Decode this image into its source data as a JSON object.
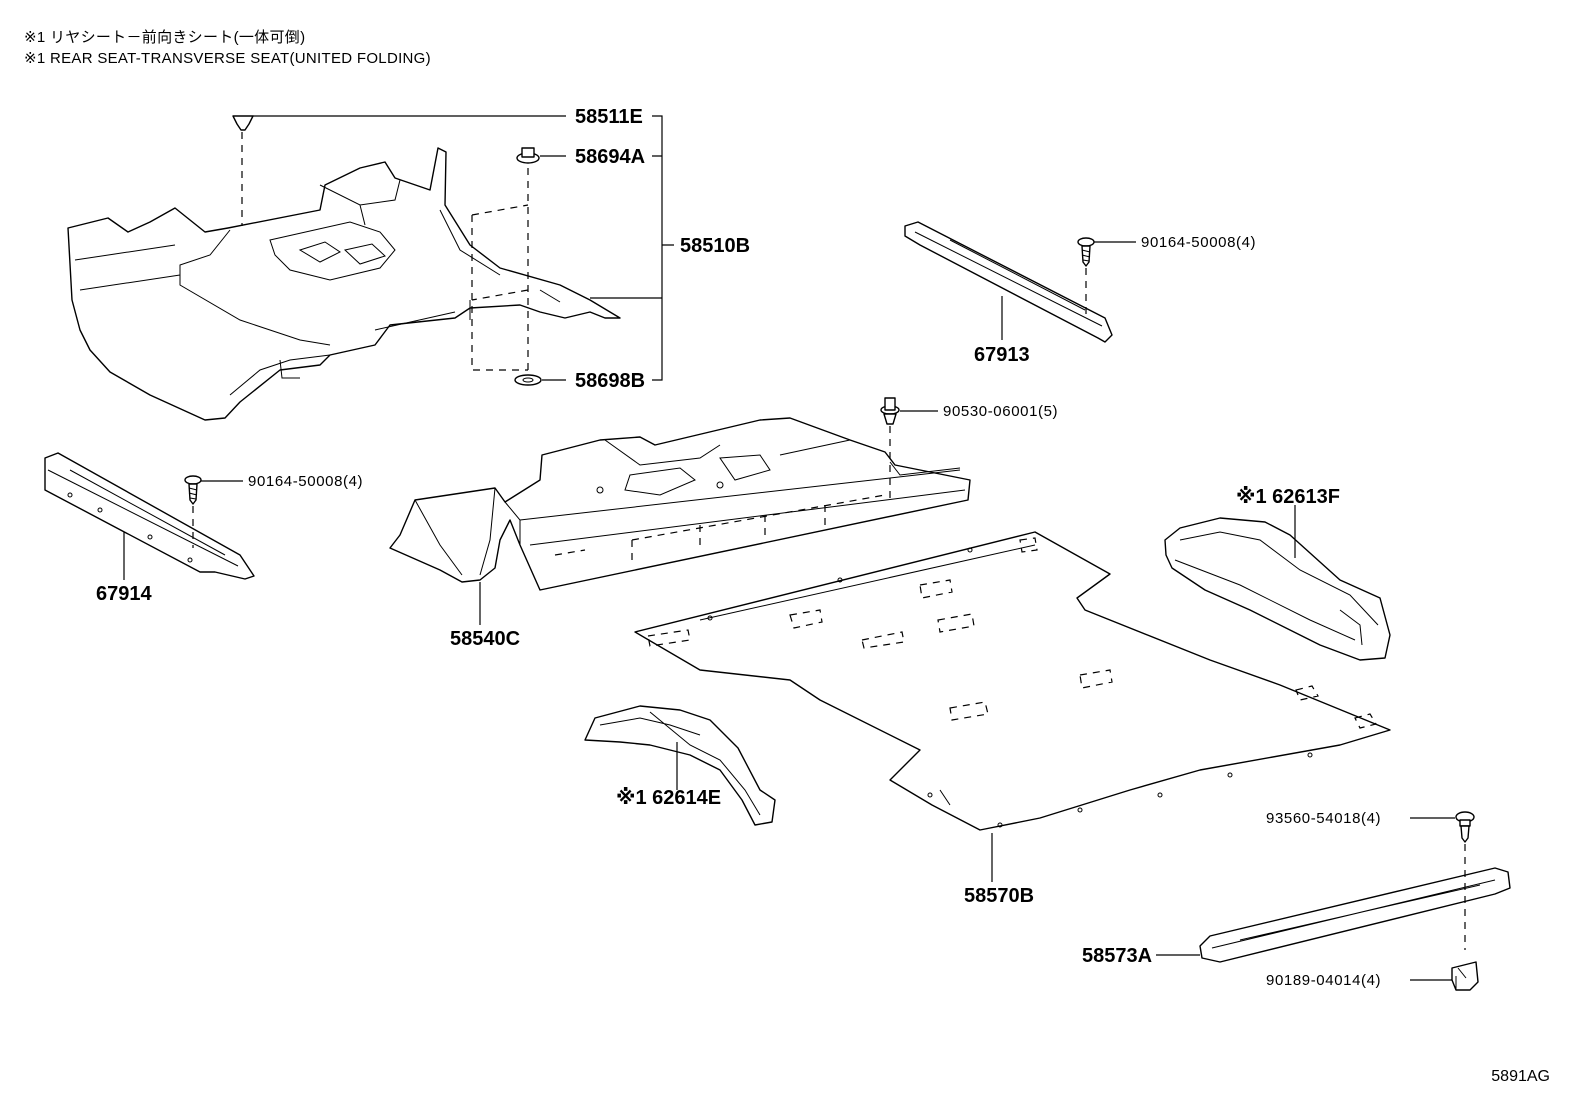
{
  "notes": [
    "※1 リヤシート－前向きシート(一体可倒)",
    "※1 REAR SEAT-TRANSVERSE SEAT(UNITED FOLDING)"
  ],
  "labels": {
    "p58511E": "58511E",
    "p58694A": "58694A",
    "p58510B": "58510B",
    "p58698B": "58698B",
    "p90164a": "90164-50008(4)",
    "p67913": "67913",
    "p90530": "90530-06001(5)",
    "p90164b": "90164-50008(4)",
    "p67914": "67914",
    "p62613F": "※1 62613F",
    "p58540C": "58540C",
    "p62614E": "※1 62614E",
    "p58570B": "58570B",
    "p93560": "93560-54018(4)",
    "p58573A": "58573A",
    "p90189": "90189-04014(4)"
  },
  "figure_code": "5891AG"
}
